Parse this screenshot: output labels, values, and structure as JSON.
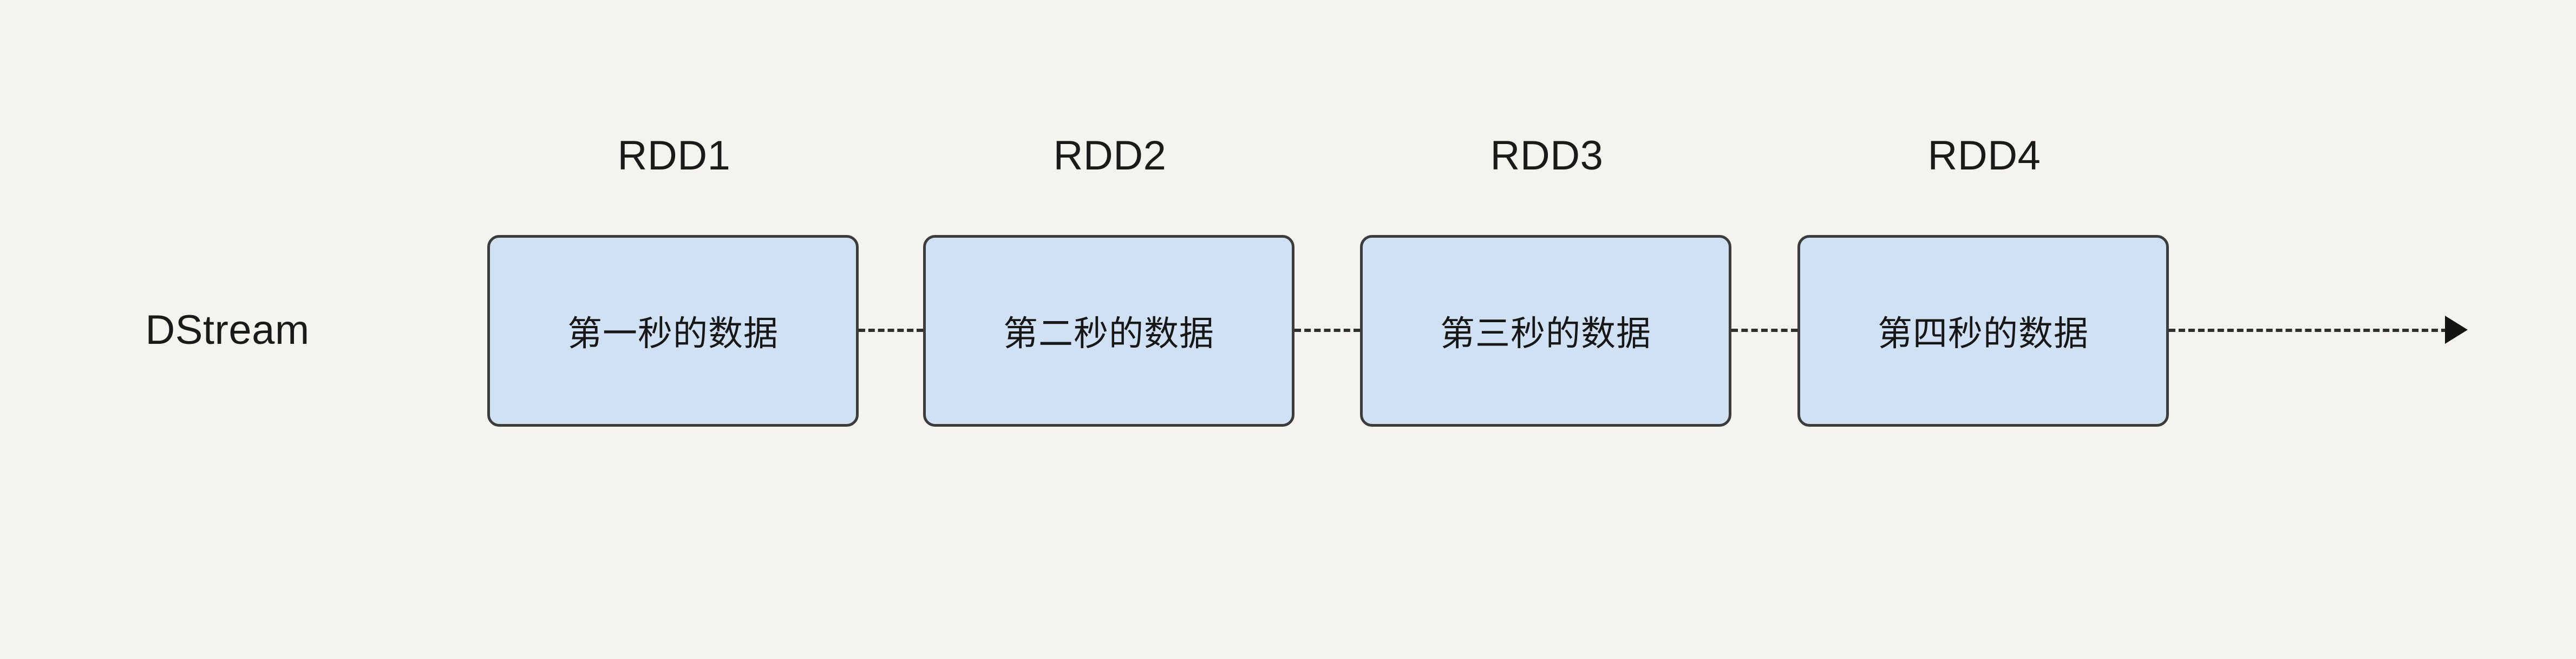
{
  "diagram": {
    "background_color": "#f4f3ee",
    "box_fill_color": "#d0e1f4",
    "box_border_color": "#3c3c3c",
    "connector_color": "#2e2e2e",
    "row_label": "DStream",
    "nodes": [
      {
        "caption": "RDD1",
        "text": "第一秒的数据"
      },
      {
        "caption": "RDD2",
        "text": "第二秒的数据"
      },
      {
        "caption": "RDD3",
        "text": "第三秒的数据"
      },
      {
        "caption": "RDD4",
        "text": "第四秒的数据"
      }
    ]
  }
}
